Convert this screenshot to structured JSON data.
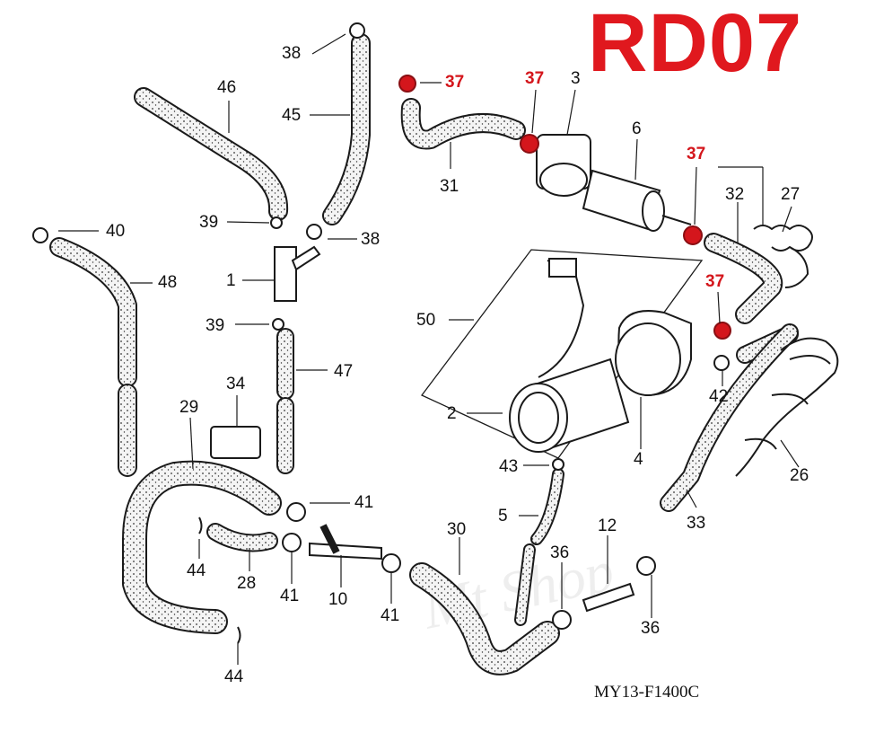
{
  "title": "RD07",
  "diagram_code": "MY13-F1400C",
  "watermark": "Mt Shop",
  "colors": {
    "highlight": "#d4161c",
    "title": "#e0181e",
    "hose": "#f3f3f3",
    "stroke": "#1a1a1a"
  },
  "labels": [
    {
      "id": "38a",
      "text": "38"
    },
    {
      "id": "46",
      "text": "46"
    },
    {
      "id": "45",
      "text": "45"
    },
    {
      "id": "37a",
      "text": "37",
      "red": true
    },
    {
      "id": "37b",
      "text": "37",
      "red": true
    },
    {
      "id": "3",
      "text": "3"
    },
    {
      "id": "6",
      "text": "6"
    },
    {
      "id": "37c",
      "text": "37",
      "red": true
    },
    {
      "id": "31",
      "text": "31"
    },
    {
      "id": "32",
      "text": "32"
    },
    {
      "id": "27",
      "text": "27"
    },
    {
      "id": "39a",
      "text": "39"
    },
    {
      "id": "38b",
      "text": "38"
    },
    {
      "id": "40",
      "text": "40"
    },
    {
      "id": "48",
      "text": "48"
    },
    {
      "id": "1",
      "text": "1"
    },
    {
      "id": "37d",
      "text": "37",
      "red": true
    },
    {
      "id": "50",
      "text": "50"
    },
    {
      "id": "39b",
      "text": "39"
    },
    {
      "id": "47",
      "text": "47"
    },
    {
      "id": "42",
      "text": "42"
    },
    {
      "id": "34",
      "text": "34"
    },
    {
      "id": "29",
      "text": "29"
    },
    {
      "id": "2",
      "text": "2"
    },
    {
      "id": "4",
      "text": "4"
    },
    {
      "id": "43",
      "text": "43"
    },
    {
      "id": "26",
      "text": "26"
    },
    {
      "id": "41a",
      "text": "41"
    },
    {
      "id": "5",
      "text": "5"
    },
    {
      "id": "33",
      "text": "33"
    },
    {
      "id": "30",
      "text": "30"
    },
    {
      "id": "12",
      "text": "12"
    },
    {
      "id": "44a",
      "text": "44"
    },
    {
      "id": "36a",
      "text": "36"
    },
    {
      "id": "28",
      "text": "28"
    },
    {
      "id": "41b",
      "text": "41"
    },
    {
      "id": "10",
      "text": "10"
    },
    {
      "id": "41c",
      "text": "41"
    },
    {
      "id": "36b",
      "text": "36"
    },
    {
      "id": "44b",
      "text": "44"
    }
  ]
}
